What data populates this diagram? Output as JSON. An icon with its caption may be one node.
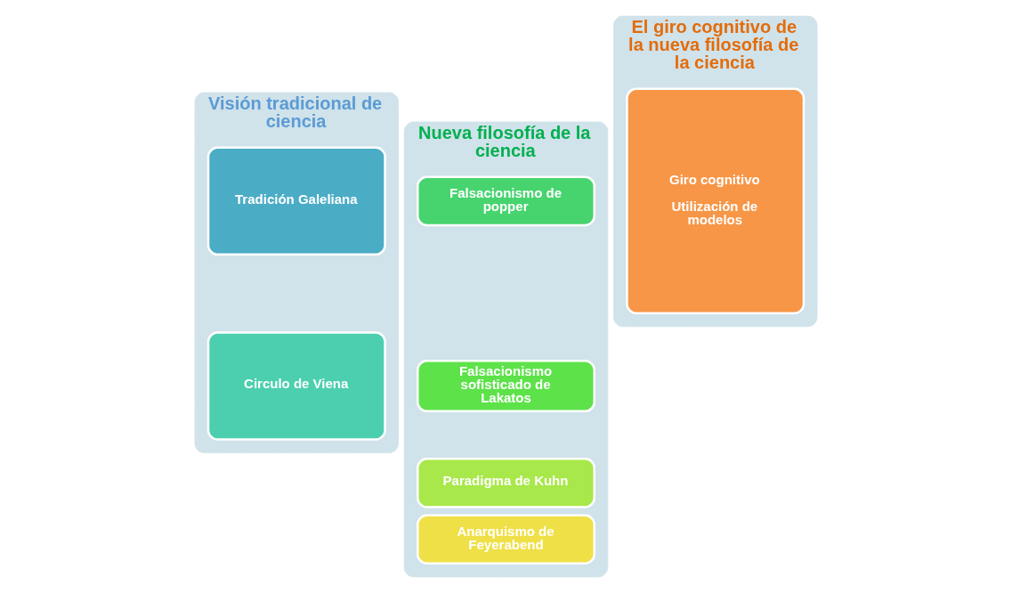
{
  "diagram": {
    "nodes": [
      {
        "text": [
          "Visión tradicional de ciencia"
        ]
      },
      {
        "text": [
          "Tradición Galeliana"
        ],
        "in": 0
      },
      {
        "text": [
          "Circulo de Viena"
        ],
        "in": 0
      },
      {
        "text": [
          "Nueva filosofía de la ciencia"
        ]
      },
      {
        "text": [
          "Falsacionismo de popper"
        ],
        "in": 3
      },
      {
        "text": [
          "Falsacionismo sofisticado de Lakatos"
        ],
        "in": 3
      },
      {
        "text": [
          "Paradigma de Kuhn"
        ],
        "in": 3
      },
      {
        "text": [
          "Anarquismo de Feyerabend"
        ],
        "in": 3
      },
      {
        "text": [
          "El giro cognitivo de la nueva filosofía de la ciencia"
        ]
      },
      {
        "text": [
          "Giro cognitivo",
          "Utilización de modelos"
        ],
        "in": 8
      }
    ],
    "edges": []
  }
}
